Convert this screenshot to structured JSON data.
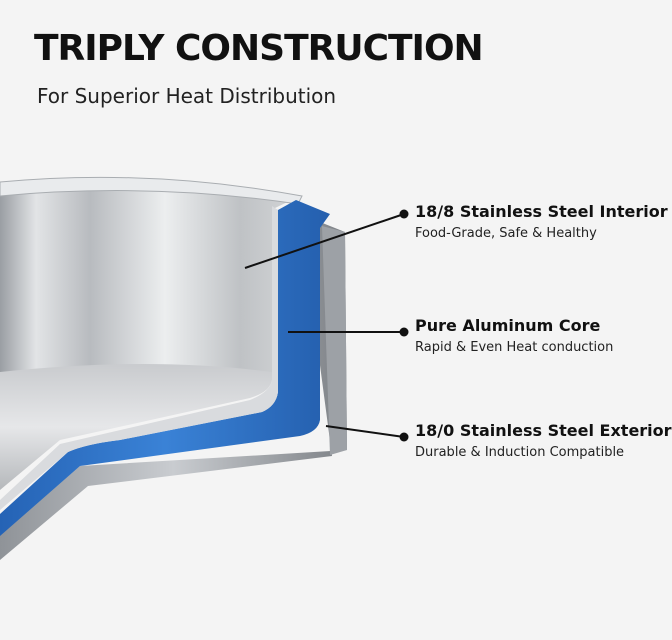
{
  "title": "TRIPLY CONSTRUCTION",
  "subtitle": "For Superior Heat Distribution",
  "layers": [
    {
      "name": "18/8 Stainless Steel Interior",
      "description": "Food-Grade, Safe & Healthy"
    },
    {
      "name": "Pure Aluminum Core",
      "description": "Rapid & Even Heat conduction"
    },
    {
      "name": "18/0 Stainless Steel Exterior",
      "description": "Durable & Induction Compatible"
    }
  ],
  "colors": {
    "background": "#f4f4f4",
    "aluminum_core": "#2f74c8",
    "steel": "#c4c6c9"
  }
}
